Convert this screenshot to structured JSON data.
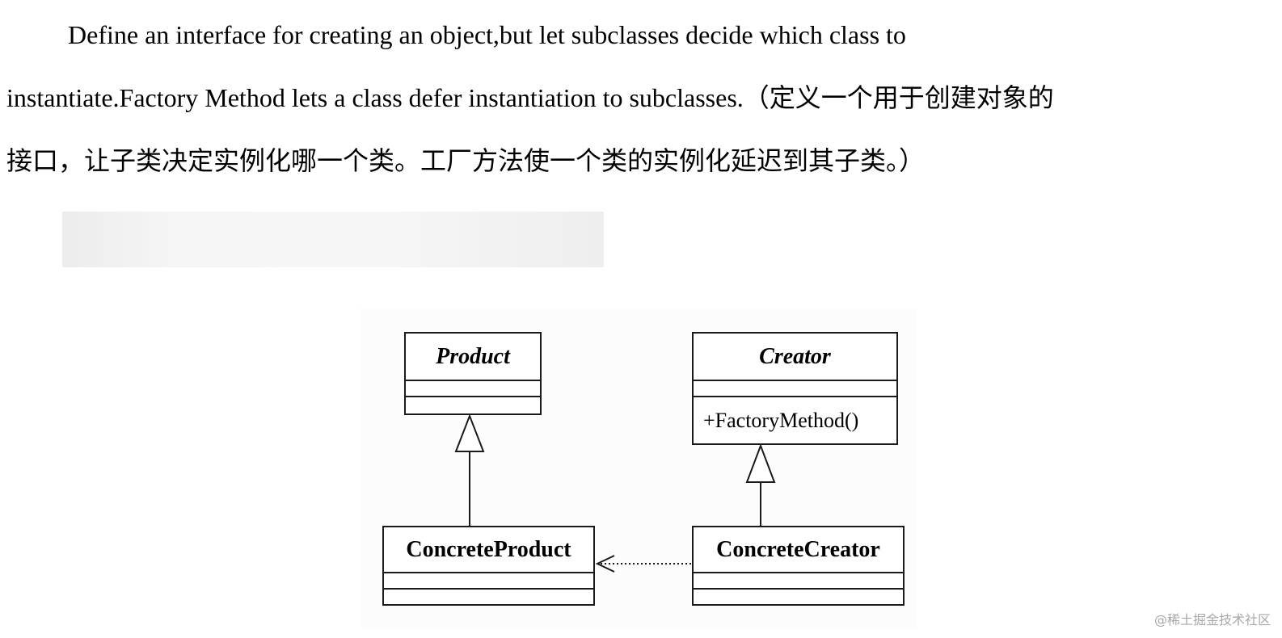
{
  "document": {
    "line1": "Define an interface for creating an object,but let subclasses decide which class to",
    "line2": "instantiate.Factory Method lets a class defer instantiation to subclasses.（定义一个用于创建对象的",
    "line3": "接口，让子类决定实例化哪一个类。工厂方法使一个类的实例化延迟到其子类。）"
  },
  "diagram": {
    "classes": {
      "product": {
        "name": "Product",
        "abstract": true,
        "operations": []
      },
      "creator": {
        "name": "Creator",
        "abstract": true,
        "operations": [
          "+FactoryMethod()"
        ]
      },
      "concrete_product": {
        "name": "ConcreteProduct",
        "abstract": false,
        "operations": []
      },
      "concrete_creator": {
        "name": "ConcreteCreator",
        "abstract": false,
        "operations": []
      }
    },
    "relationships": [
      {
        "type": "generalization",
        "from": "ConcreteProduct",
        "to": "Product"
      },
      {
        "type": "generalization",
        "from": "ConcreteCreator",
        "to": "Creator"
      },
      {
        "type": "dependency",
        "from": "ConcreteCreator",
        "to": "ConcreteProduct"
      }
    ]
  },
  "watermark": "@稀土掘金技术社区"
}
